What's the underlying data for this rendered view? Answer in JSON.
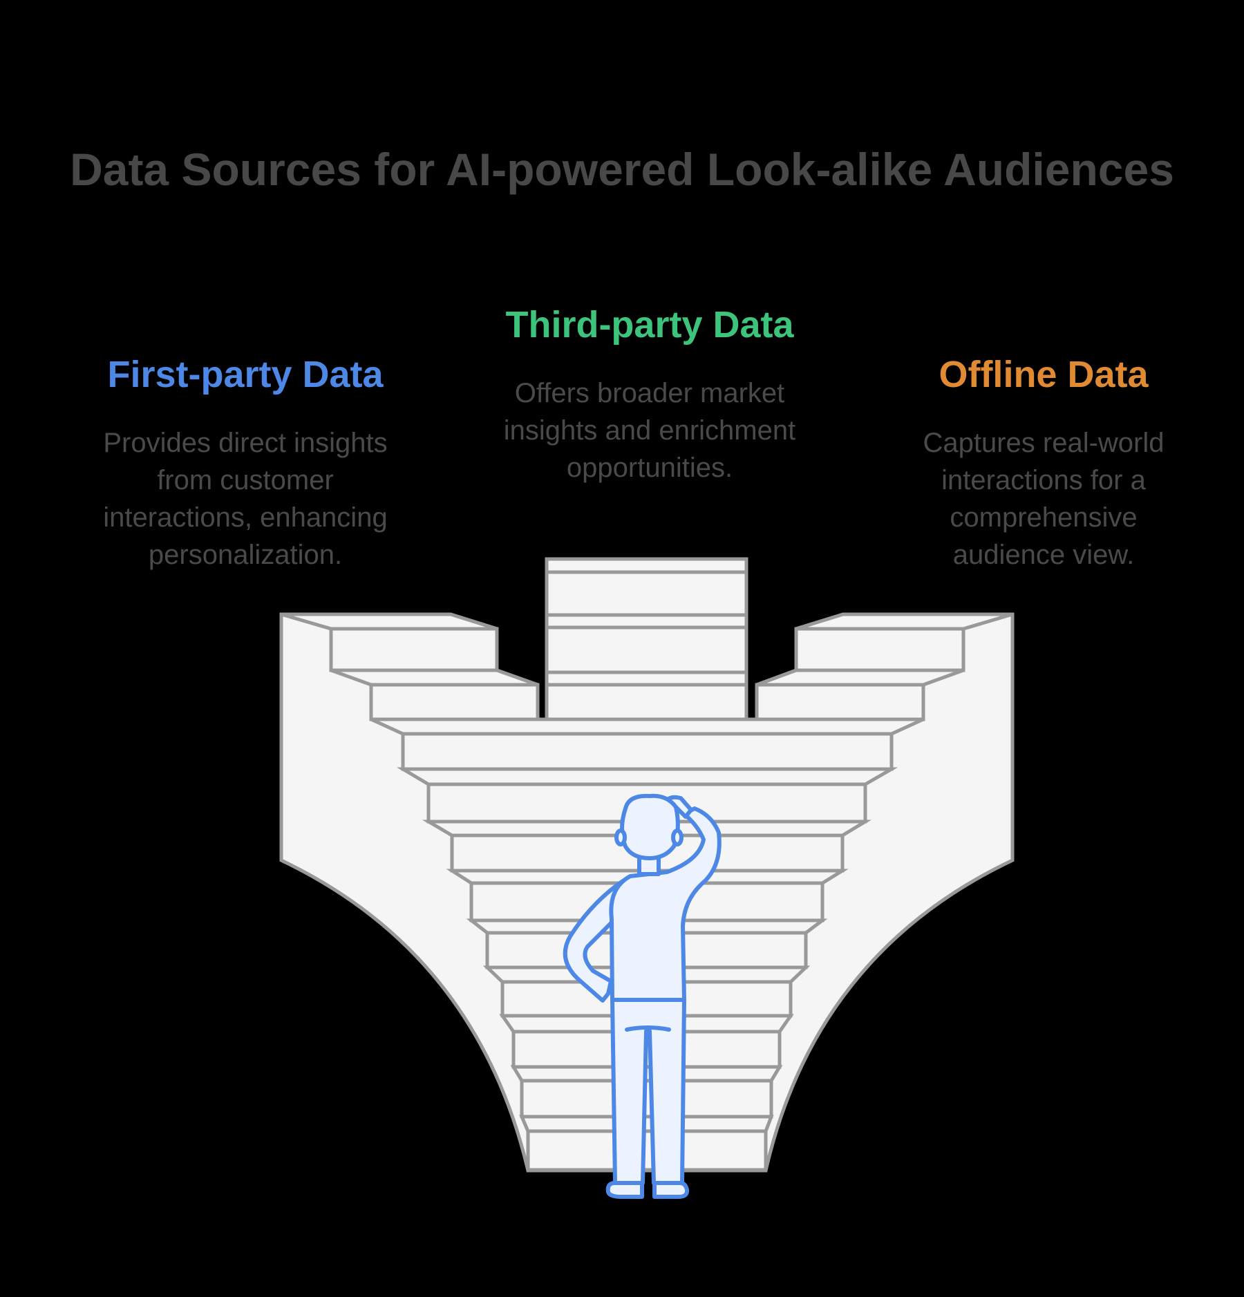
{
  "title": "Data Sources for AI-powered Look-alike Audiences",
  "sources": [
    {
      "heading": "First-party Data",
      "description": "Provides direct insights from customer interactions, enhancing personalization.",
      "lines": [
        "Provides direct insights",
        "from customer",
        "interactions, enhancing",
        "personalization."
      ],
      "color": "#4e88e6"
    },
    {
      "heading": "Third-party Data",
      "description": "Offers broader market insights and enrichment opportunities.",
      "lines": [
        "Offers broader market",
        "insights and enrichment",
        "opportunities."
      ],
      "color": "#3cc47c"
    },
    {
      "heading": "Offline Data",
      "description": "Captures real-world interactions for a comprehensive audience view.",
      "lines": [
        "Captures real-world",
        "interactions for a",
        "comprehensive",
        "audience view."
      ],
      "color": "#e08a33"
    }
  ],
  "illustration": {
    "subject": "person-scratching-head-facing-staircase",
    "stroke_gray": "#999999",
    "fill_gray": "#f5f5f5",
    "figure_stroke": "#4e88e6",
    "figure_fill": "#edf3fe"
  }
}
